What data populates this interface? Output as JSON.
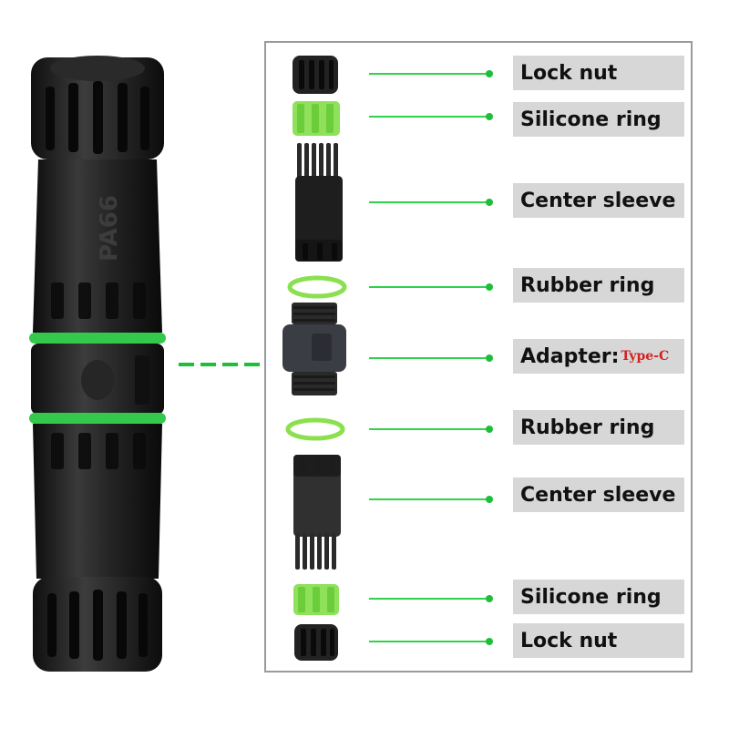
{
  "assembled": {
    "engraving": "PA66"
  },
  "parts": [
    {
      "name": "Lock nut",
      "extra": ""
    },
    {
      "name": "Silicone ring",
      "extra": ""
    },
    {
      "name": "Center sleeve",
      "extra": ""
    },
    {
      "name": "Rubber ring",
      "extra": ""
    },
    {
      "name": "Adapter:",
      "extra": "Type-C"
    },
    {
      "name": "Rubber ring",
      "extra": ""
    },
    {
      "name": "Center sleeve",
      "extra": ""
    },
    {
      "name": "Silicone ring",
      "extra": ""
    },
    {
      "name": "Lock nut",
      "extra": ""
    }
  ],
  "colors": {
    "accent_green": "#2fd24a",
    "label_bg": "#d7d7d7",
    "body_black": "#1e1e1e",
    "frame_gray": "#9a9a9a",
    "type_red": "#d22222"
  },
  "icons": [
    "connector-body-illustration",
    "lock-nut-icon",
    "silicone-ring-icon",
    "center-sleeve-icon",
    "rubber-ring-icon",
    "adapter-icon"
  ]
}
